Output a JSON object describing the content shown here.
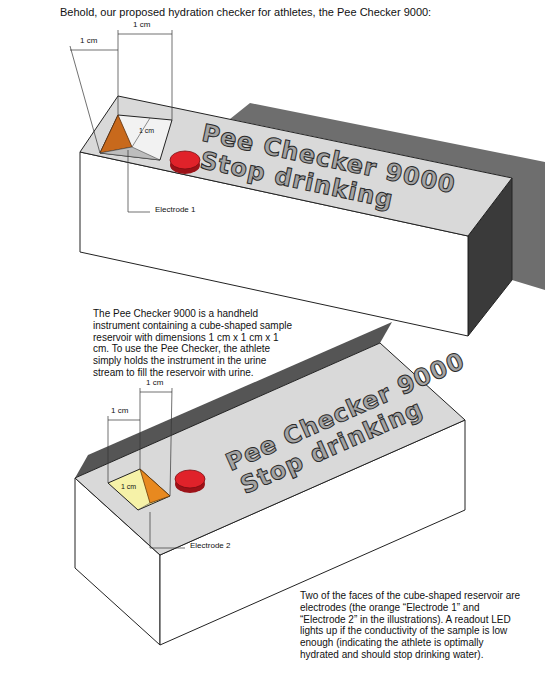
{
  "diagram": {
    "title": "Behold, our proposed hydration checker for athletes, the Pee Checker 9000:",
    "nodes": [
      {
        "text": [
          "Pee Checker 9000",
          "Stop drinking"
        ]
      },
      {
        "text": [
          "Pee Checker 9000",
          "Stop drinking"
        ]
      }
    ],
    "labels": [
      "1 cm",
      "1 cm",
      "1 cm",
      "Electrode 1",
      "The Pee Checker 9000 is a handheld instrument containing a cube-shaped sample reservoir with dimensions 1 cm x 1 cm x 1 cm. To use the Pee Checker, the athlete simply holds the instrument in the urine stream to fill the reservoir with urine.",
      "1 cm",
      "1 cm",
      "1 cm",
      "Electrode 2",
      "Two of the faces of the cube-shaped reservoir are electrodes (the orange “Electrode 1” and “Electrode 2” in the illustrations). A readout LED lights up if the conductivity of the sample is low enough (indicating the athlete is optimally hydrated and should stop drinking water)."
    ]
  }
}
